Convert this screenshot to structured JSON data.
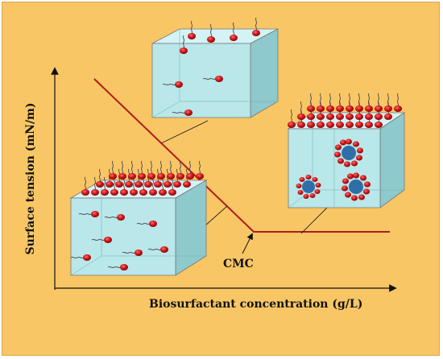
{
  "labels": {
    "y_axis": "Surface tension (mN/m)",
    "x_axis": "Biosurfactant concentration (g/L)",
    "cmc": "CMC"
  },
  "colors": {
    "background": "#f8c665",
    "cube_face": "#b9e7ea",
    "molecule_head": "#d01418",
    "curve": "#b01c1c",
    "micelle_core": "#2f6fa8"
  }
}
